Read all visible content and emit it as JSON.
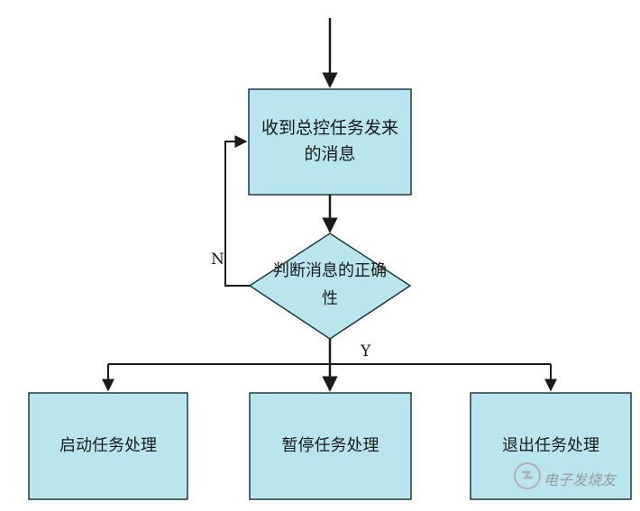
{
  "nodes": {
    "receive": "收到总控任务发来的消息",
    "judge": "判断消息的正确性",
    "start": "启动任务处理",
    "pause": "暂停任务处理",
    "exit": "退出任务处理"
  },
  "edge_labels": {
    "no": "N",
    "yes": "Y"
  },
  "watermark": "电子发烧友",
  "colors": {
    "box_fill": "#b8e6ec",
    "box_stroke": "#1c3a40",
    "line": "#1a1a1a"
  }
}
